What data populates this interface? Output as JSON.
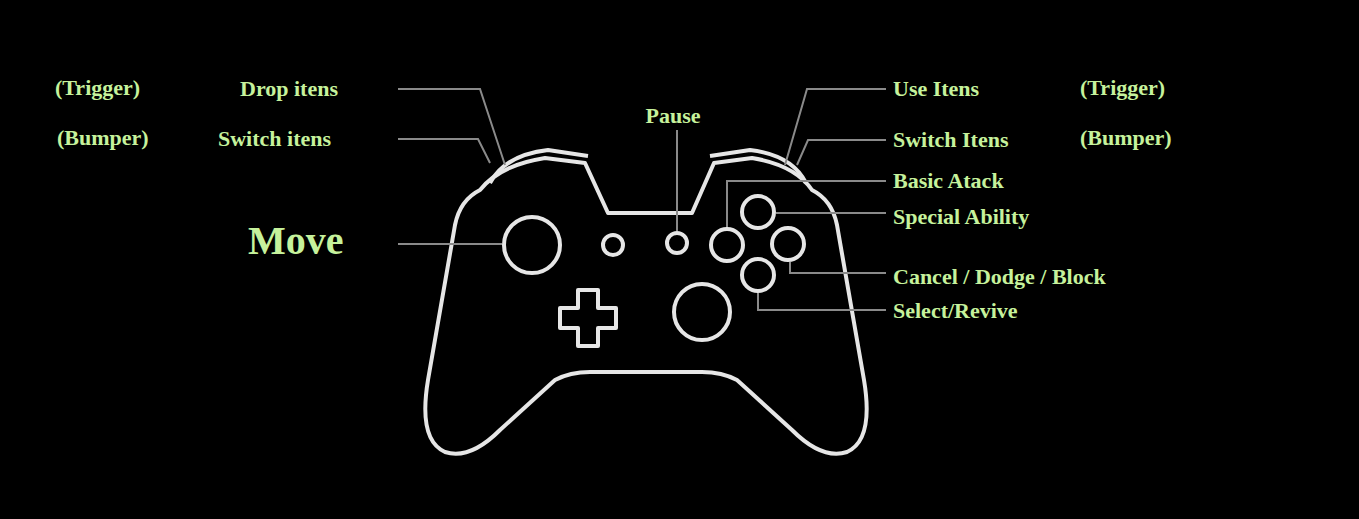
{
  "diagram": {
    "labels": [
      "(Trigger)",
      "Drop itens",
      "Pause",
      "Use Itens",
      "(Trigger)",
      "(Bumper)",
      "Switch itens",
      "Switch Itens",
      "(Bumper)",
      "Basic Atack",
      "Special Ability",
      "Move",
      "Cancel / Dodge / Block",
      "Select/Revive"
    ]
  }
}
